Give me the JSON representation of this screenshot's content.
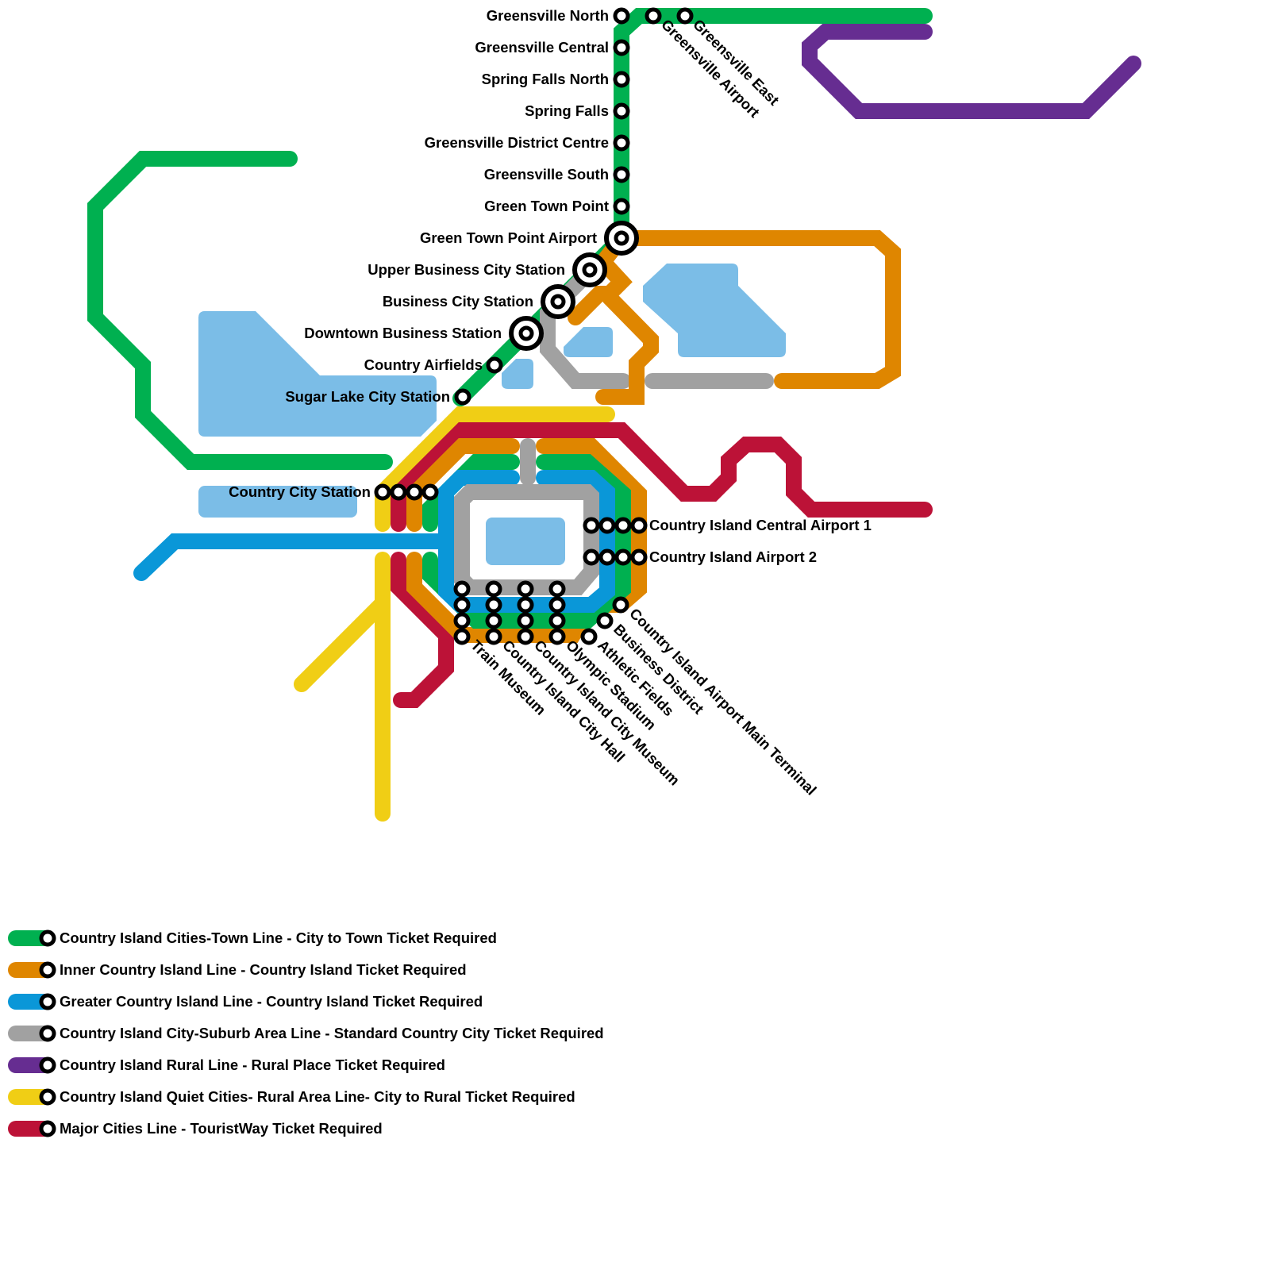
{
  "map": {
    "colors": {
      "green": "#00b050",
      "orange": "#df8600",
      "blue": "#0a97d8",
      "gray": "#a1a1a1",
      "purple": "#662d91",
      "yellow": "#f0ce15",
      "red": "#bc1237",
      "water": "#7bbde7"
    },
    "stations": {
      "greensville_north": "Greensville North",
      "greensville_central": "Greensville Central",
      "spring_falls_north": "Spring Falls North",
      "spring_falls": "Spring Falls",
      "greensville_district_centre": "Greensville District Centre",
      "greensville_south": "Greensville South",
      "green_town_point": "Green Town Point",
      "green_town_point_airport": "Green Town Point Airport",
      "upper_business_city_station": "Upper Business City Station",
      "business_city_station": "Business City Station",
      "downtown_business_station": "Downtown Business Station",
      "country_airfields": "Country Airfields",
      "sugar_lake_city_station": "Sugar Lake City Station",
      "greensville_airport": "Greensville Airport",
      "greensville_east": "Greensville East",
      "country_city_station": "Country City Station",
      "country_island_central_airport_1": "Country Island Central Airport 1",
      "country_island_airport_2": "Country Island Airport 2",
      "train_museum": "Train Museum",
      "country_island_city_hall": "Country Island City Hall",
      "country_island_city_museum": "Country Island City Museum",
      "olympic_stadium": "Olympic Stadium",
      "athletic_fields": "Athletic Fields",
      "business_district": "Business District",
      "country_island_airport_main_terminal": "Country Island Airport Main Terminal"
    }
  },
  "legend": [
    {
      "color": "#00b050",
      "label": "Country Island Cities-Town Line - City to Town Ticket Required"
    },
    {
      "color": "#df8600",
      "label": "Inner Country Island Line - Country Island Ticket Required"
    },
    {
      "color": "#0a97d8",
      "label": "Greater Country Island Line - Country Island Ticket Required"
    },
    {
      "color": "#a1a1a1",
      "label": "Country Island City-Suburb Area Line - Standard Country City Ticket Required"
    },
    {
      "color": "#662d91",
      "label": "Country Island Rural Line - Rural Place Ticket Required"
    },
    {
      "color": "#f0ce15",
      "label": "Country Island Quiet Cities- Rural Area Line- City to Rural Ticket Required"
    },
    {
      "color": "#bc1237",
      "label": "Major Cities Line - TouristWay Ticket Required"
    }
  ]
}
